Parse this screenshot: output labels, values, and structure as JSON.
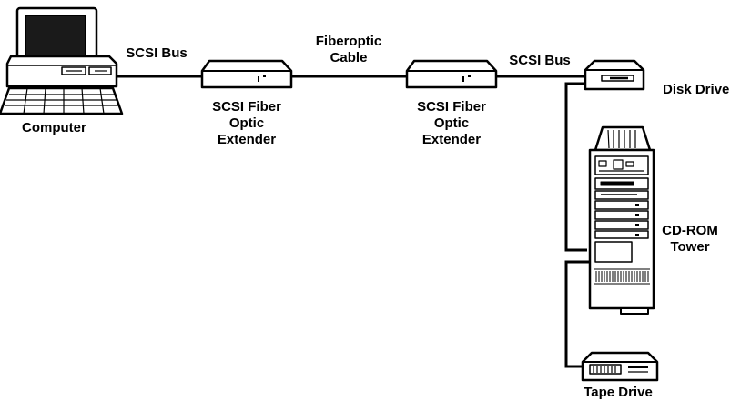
{
  "diagram": {
    "labels": {
      "computer": "Computer",
      "scsi_bus_left": "SCSI Bus",
      "extender_left": [
        "SCSI Fiber",
        "Optic",
        "Extender"
      ],
      "fiberoptic_cable": [
        "Fiberoptic",
        "Cable"
      ],
      "extender_right": [
        "SCSI Fiber",
        "Optic",
        "Extender"
      ],
      "scsi_bus_right": "SCSI Bus",
      "disk_drive": "Disk Drive",
      "cdrom_tower": [
        "CD-ROM",
        "Tower"
      ],
      "tape_drive": "Tape Drive"
    },
    "colors": {
      "ink": "#000000",
      "paper": "#ffffff",
      "screen": "#1a1a1a"
    }
  }
}
